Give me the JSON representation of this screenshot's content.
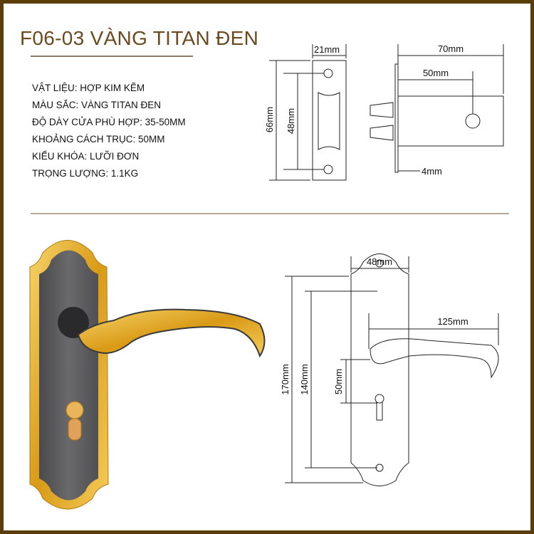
{
  "title": "F06-03 VÀNG TITAN ĐEN",
  "specs": [
    "VẬT LIỆU: HỢP KIM KẼM",
    "MÀU SẮC: VÀNG TITAN ĐEN",
    "ĐỘ DÀY CỬA PHÙ HỢP: 35-50MM",
    "KHOẢNG CÁCH TRỤC: 50MM",
    "KIỂU KHÓA: LƯỠI ĐƠN",
    "TRỌNG LƯỢNG: 1.1KG"
  ],
  "strike_plate": {
    "width": "21mm",
    "height": "66mm",
    "hole_spacing": "48mm"
  },
  "latch": {
    "length": "70mm",
    "backset": "50mm",
    "faceplate": "4mm"
  },
  "handle": {
    "plate_width": "48mm",
    "plate_height": "170mm",
    "screw_spacing": "140mm",
    "lever_length": "125mm",
    "center_distance": "50mm"
  },
  "colors": {
    "frame": "#5b3d0c",
    "title": "#6b4a1f",
    "gold": "#e0a820",
    "dark_plate": "#5e5e60"
  }
}
